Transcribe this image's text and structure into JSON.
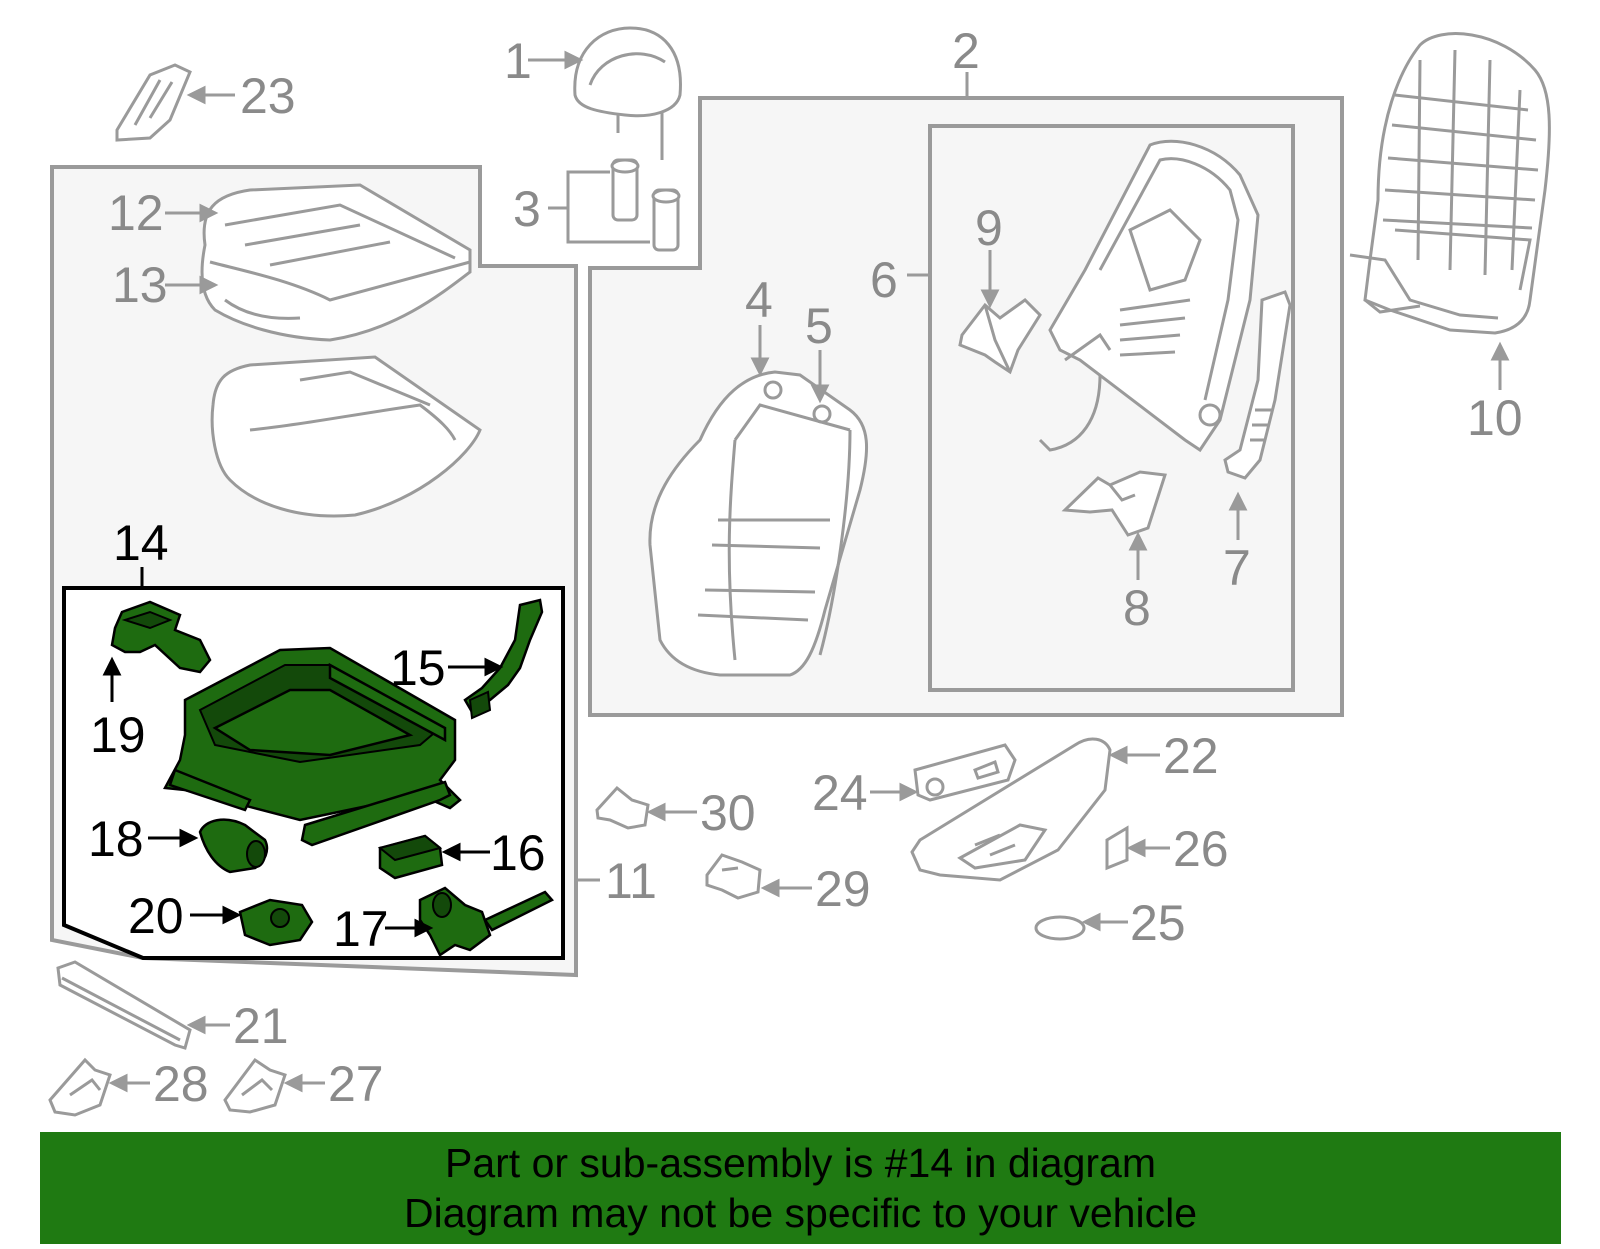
{
  "callouts": {
    "c1": "1",
    "c2": "2",
    "c3": "3",
    "c4": "4",
    "c5": "5",
    "c6": "6",
    "c7": "7",
    "c8": "8",
    "c9": "9",
    "c10": "10",
    "c11": "11",
    "c12": "12",
    "c13": "13",
    "c14": "14",
    "c15": "15",
    "c16": "16",
    "c17": "17",
    "c18": "18",
    "c19": "19",
    "c20": "20",
    "c21": "21",
    "c22": "22",
    "c23": "23",
    "c24": "24",
    "c25": "25",
    "c26": "26",
    "c27": "27",
    "c28": "28",
    "c29": "29",
    "c30": "30"
  },
  "highlighted_part": "14",
  "banner": {
    "line1": "Part or sub-assembly is #14 in diagram",
    "line2": "Diagram may not be specific to your vehicle"
  },
  "colors": {
    "highlight_green": "#1e6b10",
    "banner_green": "#1f7a12",
    "line_gray": "#9a9a9a",
    "box_fill": "#f6f6f6"
  }
}
